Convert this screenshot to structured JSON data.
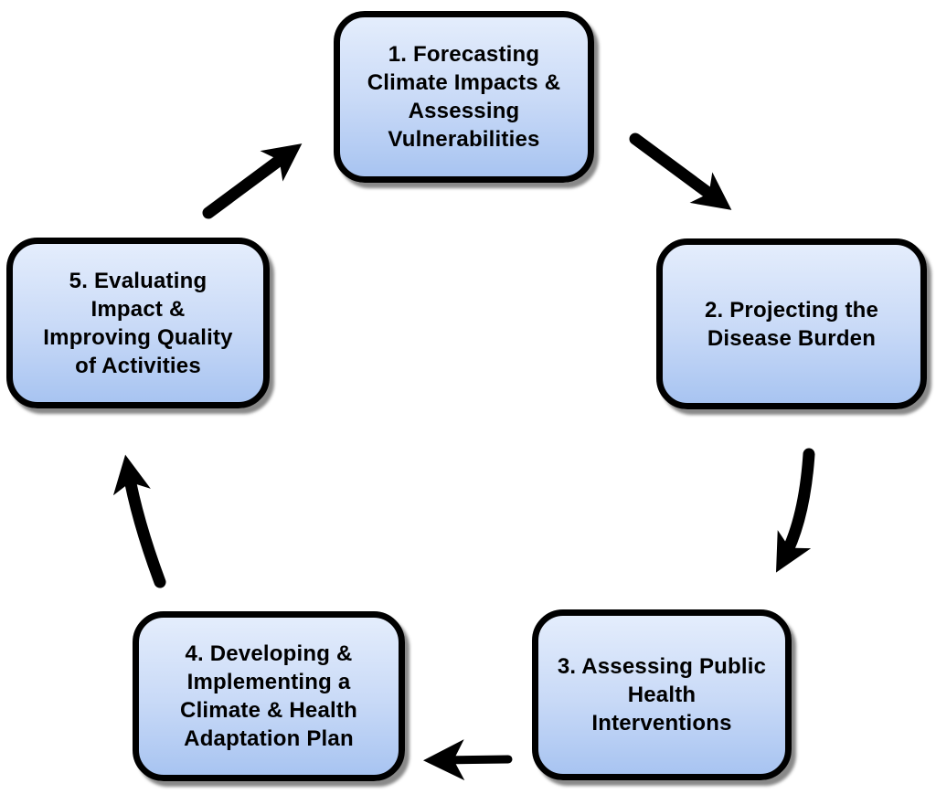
{
  "diagram": {
    "type": "cycle",
    "background_color": "#ffffff",
    "box_fill_gradient_top": "#e4edfc",
    "box_fill_gradient_bottom": "#a8c4f1",
    "box_border_color": "#000000",
    "arrow_color": "#000000",
    "boxes": [
      {
        "step": 1,
        "label": "1. Forecasting\nClimate Impacts &\nAssessing\nVulnerabilities"
      },
      {
        "step": 2,
        "label": "2. Projecting the\nDisease Burden"
      },
      {
        "step": 3,
        "label": "3. Assessing Public\nHealth\nInterventions"
      },
      {
        "step": 4,
        "label": "4. Developing &\nImplementing a\nClimate & Health\nAdaptation Plan"
      },
      {
        "step": 5,
        "label": "5. Evaluating\nImpact &\nImproving Quality\nof Activities"
      }
    ],
    "arrows": [
      {
        "from_step": 1,
        "to_step": 2
      },
      {
        "from_step": 2,
        "to_step": 3
      },
      {
        "from_step": 3,
        "to_step": 4
      },
      {
        "from_step": 4,
        "to_step": 5
      },
      {
        "from_step": 5,
        "to_step": 1
      }
    ]
  }
}
